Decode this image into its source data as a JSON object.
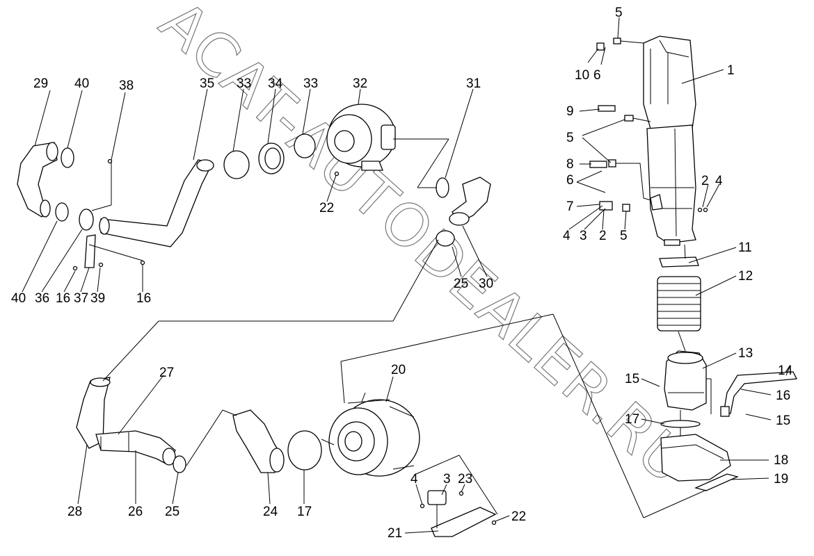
{
  "watermark": "ACAT-AUTODEALER.RU",
  "callouts": [
    "1",
    "2",
    "3",
    "4",
    "5",
    "6",
    "7",
    "8",
    "9",
    "10",
    "11",
    "12",
    "13",
    "14",
    "15",
    "16",
    "17",
    "18",
    "19",
    "20",
    "21",
    "22",
    "23",
    "24",
    "25",
    "26",
    "27",
    "28",
    "29",
    "30",
    "31",
    "32",
    "33",
    "34",
    "35",
    "36",
    "37",
    "38",
    "39",
    "40"
  ],
  "label_text": {
    "l1": "1",
    "l2": "2",
    "l3": "3",
    "l4": "4",
    "l5": "5",
    "l6": "6",
    "l7": "7",
    "l8": "8",
    "l9": "9",
    "l10": "10",
    "l11": "11",
    "l12": "12",
    "l13": "13",
    "l14": "14",
    "l15": "15",
    "l16": "16",
    "l17": "17",
    "l18": "18",
    "l19": "19",
    "l20": "20",
    "l21": "21",
    "l22": "22",
    "l23": "23",
    "l24": "24",
    "l25": "25",
    "l26": "26",
    "l27": "27",
    "l28": "28",
    "l29": "29",
    "l30": "30",
    "l31": "31",
    "l32": "32",
    "l33": "33",
    "l34": "34",
    "l35": "35",
    "l36": "36",
    "l37": "37",
    "l38": "38",
    "l39": "39",
    "l40": "40"
  }
}
